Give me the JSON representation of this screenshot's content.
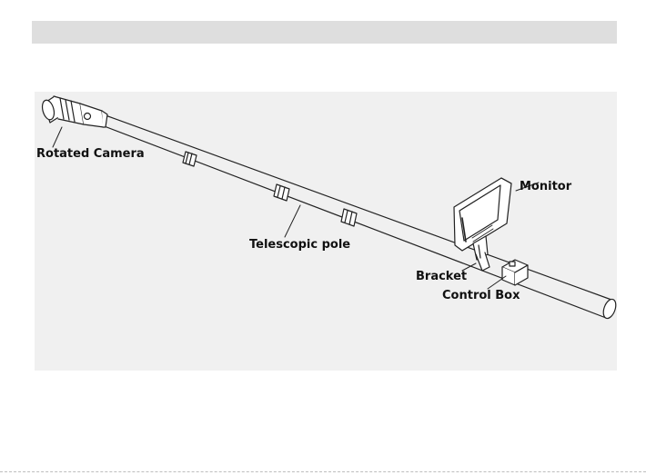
{
  "labels": {
    "rotated_camera": "Rotated Camera",
    "telescopic_pole": "Telescopic pole",
    "monitor": "Monitor",
    "bracket": "Bracket",
    "control_box": "Control Box"
  },
  "colors": {
    "header_bar": "#dedede",
    "figure_background": "#f0f0f0",
    "line_art": "#222222"
  }
}
